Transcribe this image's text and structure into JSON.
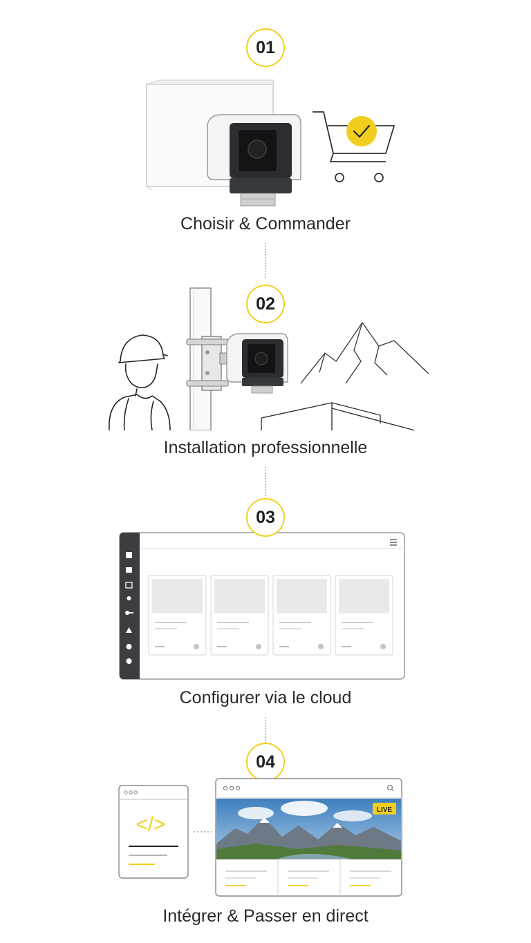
{
  "steps": [
    {
      "number": "01",
      "title": "Choisir & Commander"
    },
    {
      "number": "02",
      "title": "Installation professionnelle"
    },
    {
      "number": "03",
      "title": "Configurer via le cloud"
    },
    {
      "number": "04",
      "title": "Intégrer & Passer en direct"
    }
  ],
  "step4": {
    "live_label": "LIVE",
    "code_glyph": "</>"
  },
  "colors": {
    "accent": "#f2cf1e",
    "text": "#2a2a2a",
    "line": "#333333",
    "sidebar": "#3b3d40"
  },
  "icons": [
    "checkmark-icon",
    "cart-icon",
    "menu-icon",
    "search-icon"
  ]
}
